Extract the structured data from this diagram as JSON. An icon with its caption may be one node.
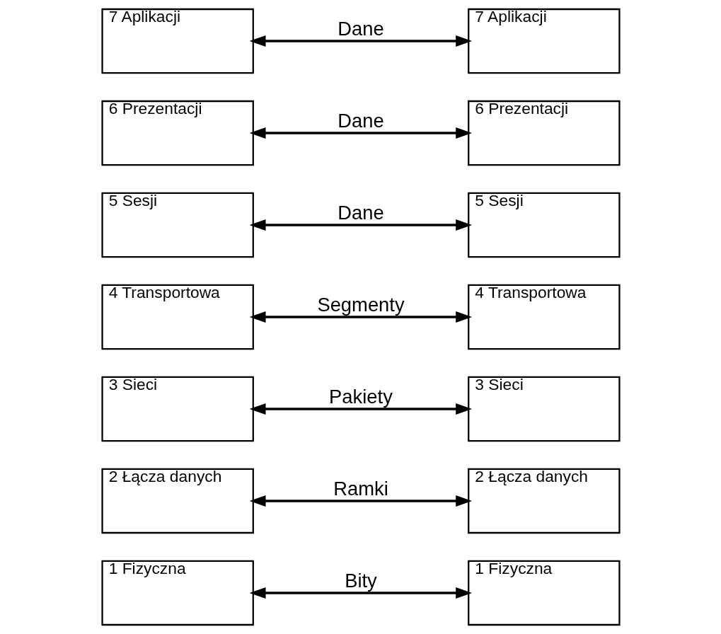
{
  "diagram": {
    "nodes": [
      {
        "text": [
          "7 Aplikacji"
        ]
      },
      {
        "text": [
          "6 Prezentacji"
        ]
      },
      {
        "text": [
          "5 Sesji"
        ]
      },
      {
        "text": [
          "4 Transportowa"
        ]
      },
      {
        "text": [
          "3 Sieci"
        ]
      },
      {
        "text": [
          "2 Łącza danych"
        ]
      },
      {
        "text": [
          "1 Fizyczna"
        ]
      },
      {
        "text": [
          "7 Aplikacji"
        ]
      },
      {
        "text": [
          "6 Prezentacji"
        ]
      },
      {
        "text": [
          "5 Sesji"
        ]
      },
      {
        "text": [
          "4 Transportowa"
        ]
      },
      {
        "text": [
          "3 Sieci"
        ]
      },
      {
        "text": [
          "2 Łącza danych"
        ]
      },
      {
        "text": [
          "1 Fizyczna"
        ]
      }
    ],
    "edges": [
      {
        "from": 0,
        "to": 7,
        "arrow": "both",
        "label": "Dane"
      },
      {
        "from": 1,
        "to": 8,
        "arrow": "both",
        "label": "Dane"
      },
      {
        "from": 2,
        "to": 9,
        "arrow": "both",
        "label": "Dane"
      },
      {
        "from": 3,
        "to": 10,
        "arrow": "both",
        "label": "Segmenty"
      },
      {
        "from": 4,
        "to": 11,
        "arrow": "both",
        "label": "Pakiety"
      },
      {
        "from": 5,
        "to": 12,
        "arrow": "both",
        "label": "Ramki"
      },
      {
        "from": 6,
        "to": 13,
        "arrow": "both",
        "label": "Bity"
      }
    ]
  }
}
